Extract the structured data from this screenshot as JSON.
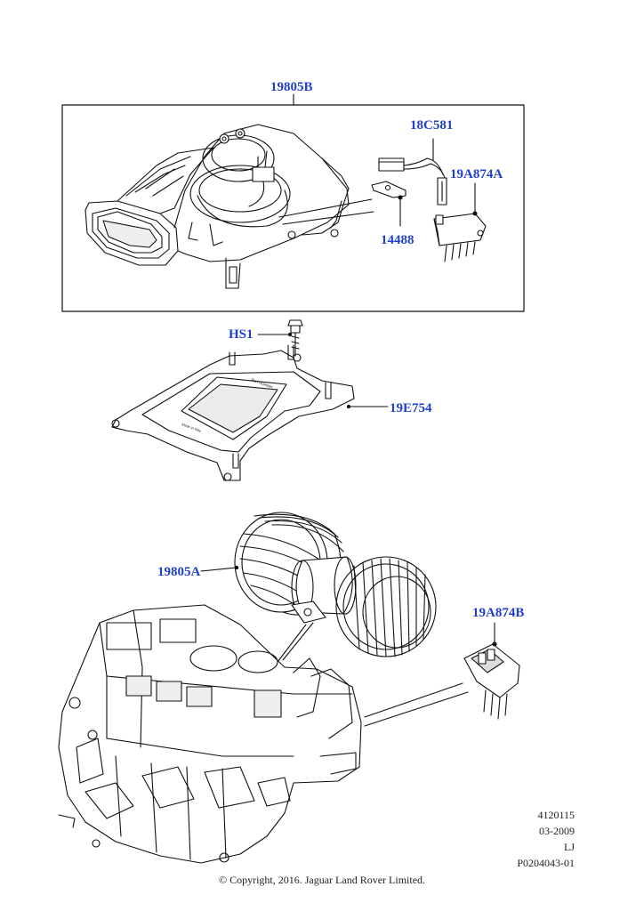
{
  "callouts": {
    "blower_assembly": "19805B",
    "harness": "18C581",
    "resistor_a": "19A874A",
    "bracket": "14488",
    "screw": "HS1",
    "mounting_plate": "19E754",
    "motor_fan": "19805A",
    "resistor_b": "19A874B"
  },
  "plate_text": {
    "top": "Part Number",
    "side": "Made in Italy"
  },
  "meta": {
    "code": "4120115",
    "date": "03-2009",
    "initials": "LJ",
    "drawing_id": "P0204043-01"
  },
  "copyright": "© Copyright, 2016. Jaguar Land Rover Limited."
}
